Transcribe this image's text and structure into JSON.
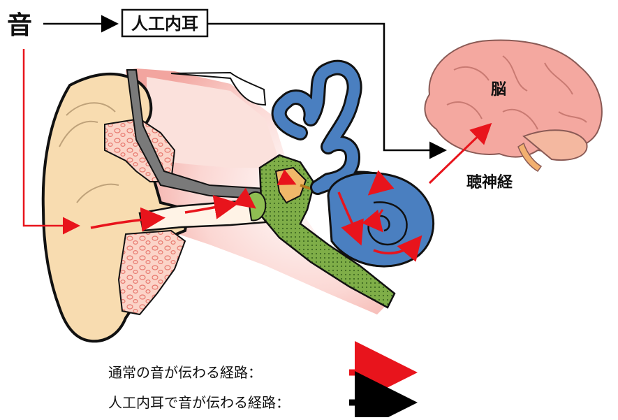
{
  "labels": {
    "sound": "音",
    "implant": "人工内耳",
    "brain": "脳",
    "auditory_nerve": "聴神経"
  },
  "legend": {
    "normal_path": "通常の音が伝わる経路：",
    "implant_path": "人工内耳で音が伝わる経路："
  },
  "colors": {
    "normal_path_arrow": "#e8141c",
    "implant_path_arrow": "#000000",
    "cochlea": "#4a7fc0",
    "skin": "#f8dcb0",
    "brain": "#f4a8a0",
    "ossicles": "#6a9a3a"
  }
}
